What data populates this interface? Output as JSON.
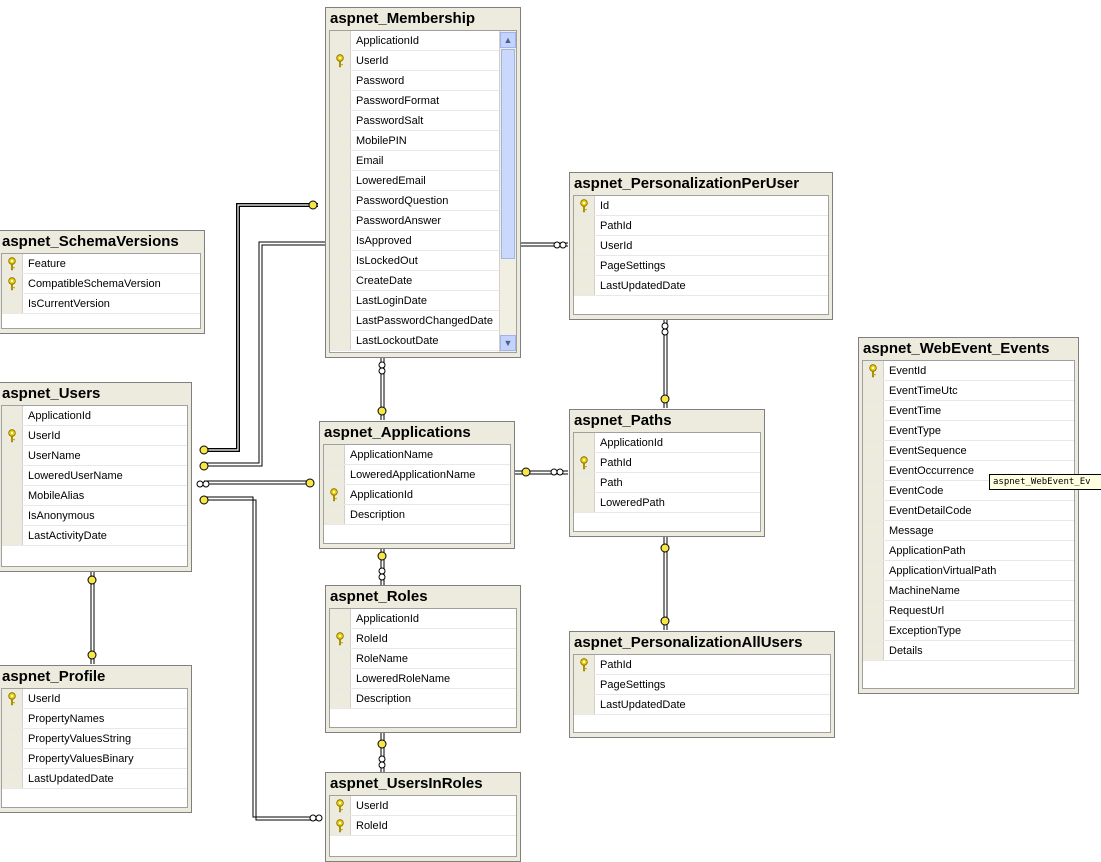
{
  "colors": {
    "panel": "#ecebde",
    "key": "#f0d000",
    "line": "#000000",
    "endpoint": "#f6e64a"
  },
  "tables": {
    "membership": {
      "title": "aspnet_Membership",
      "rows": [
        {
          "name": "ApplicationId",
          "key": false
        },
        {
          "name": "UserId",
          "key": true
        },
        {
          "name": "Password",
          "key": false
        },
        {
          "name": "PasswordFormat",
          "key": false
        },
        {
          "name": "PasswordSalt",
          "key": false
        },
        {
          "name": "MobilePIN",
          "key": false
        },
        {
          "name": "Email",
          "key": false
        },
        {
          "name": "LoweredEmail",
          "key": false
        },
        {
          "name": "PasswordQuestion",
          "key": false
        },
        {
          "name": "PasswordAnswer",
          "key": false
        },
        {
          "name": "IsApproved",
          "key": false
        },
        {
          "name": "IsLockedOut",
          "key": false
        },
        {
          "name": "CreateDate",
          "key": false
        },
        {
          "name": "LastLoginDate",
          "key": false
        },
        {
          "name": "LastPasswordChangedDate",
          "key": false
        },
        {
          "name": "LastLockoutDate",
          "key": false
        }
      ]
    },
    "schema_versions": {
      "title": "aspnet_SchemaVersions",
      "rows": [
        {
          "name": "Feature",
          "key": true
        },
        {
          "name": "CompatibleSchemaVersion",
          "key": true
        },
        {
          "name": "IsCurrentVersion",
          "key": false
        }
      ]
    },
    "personalization_per_user": {
      "title": "aspnet_PersonalizationPerUser",
      "rows": [
        {
          "name": "Id",
          "key": true
        },
        {
          "name": "PathId",
          "key": false
        },
        {
          "name": "UserId",
          "key": false
        },
        {
          "name": "PageSettings",
          "key": false
        },
        {
          "name": "LastUpdatedDate",
          "key": false
        }
      ]
    },
    "users": {
      "title": "aspnet_Users",
      "rows": [
        {
          "name": "ApplicationId",
          "key": false
        },
        {
          "name": "UserId",
          "key": true
        },
        {
          "name": "UserName",
          "key": false
        },
        {
          "name": "LoweredUserName",
          "key": false
        },
        {
          "name": "MobileAlias",
          "key": false
        },
        {
          "name": "IsAnonymous",
          "key": false
        },
        {
          "name": "LastActivityDate",
          "key": false
        }
      ]
    },
    "applications": {
      "title": "aspnet_Applications",
      "rows": [
        {
          "name": "ApplicationName",
          "key": false
        },
        {
          "name": "LoweredApplicationName",
          "key": false
        },
        {
          "name": "ApplicationId",
          "key": true
        },
        {
          "name": "Description",
          "key": false
        }
      ]
    },
    "paths": {
      "title": "aspnet_Paths",
      "rows": [
        {
          "name": "ApplicationId",
          "key": false
        },
        {
          "name": "PathId",
          "key": true
        },
        {
          "name": "Path",
          "key": false
        },
        {
          "name": "LoweredPath",
          "key": false
        }
      ]
    },
    "webevent_events": {
      "title": "aspnet_WebEvent_Events",
      "rows": [
        {
          "name": "EventId",
          "key": true
        },
        {
          "name": "EventTimeUtc",
          "key": false
        },
        {
          "name": "EventTime",
          "key": false
        },
        {
          "name": "EventType",
          "key": false
        },
        {
          "name": "EventSequence",
          "key": false
        },
        {
          "name": "EventOccurrence",
          "key": false
        },
        {
          "name": "EventCode",
          "key": false
        },
        {
          "name": "EventDetailCode",
          "key": false
        },
        {
          "name": "Message",
          "key": false
        },
        {
          "name": "ApplicationPath",
          "key": false
        },
        {
          "name": "ApplicationVirtualPath",
          "key": false
        },
        {
          "name": "MachineName",
          "key": false
        },
        {
          "name": "RequestUrl",
          "key": false
        },
        {
          "name": "ExceptionType",
          "key": false
        },
        {
          "name": "Details",
          "key": false
        }
      ]
    },
    "roles": {
      "title": "aspnet_Roles",
      "rows": [
        {
          "name": "ApplicationId",
          "key": false
        },
        {
          "name": "RoleId",
          "key": true
        },
        {
          "name": "RoleName",
          "key": false
        },
        {
          "name": "LoweredRoleName",
          "key": false
        },
        {
          "name": "Description",
          "key": false
        }
      ]
    },
    "personalization_all_users": {
      "title": "aspnet_PersonalizationAllUsers",
      "rows": [
        {
          "name": "PathId",
          "key": true
        },
        {
          "name": "PageSettings",
          "key": false
        },
        {
          "name": "LastUpdatedDate",
          "key": false
        }
      ]
    },
    "profile": {
      "title": "aspnet_Profile",
      "rows": [
        {
          "name": "UserId",
          "key": true
        },
        {
          "name": "PropertyNames",
          "key": false
        },
        {
          "name": "PropertyValuesString",
          "key": false
        },
        {
          "name": "PropertyValuesBinary",
          "key": false
        },
        {
          "name": "LastUpdatedDate",
          "key": false
        }
      ]
    },
    "users_in_roles": {
      "title": "aspnet_UsersInRoles",
      "rows": [
        {
          "name": "UserId",
          "key": true
        },
        {
          "name": "RoleId",
          "key": true
        }
      ]
    }
  },
  "tooltip": "aspnet_WebEvent_Ev"
}
